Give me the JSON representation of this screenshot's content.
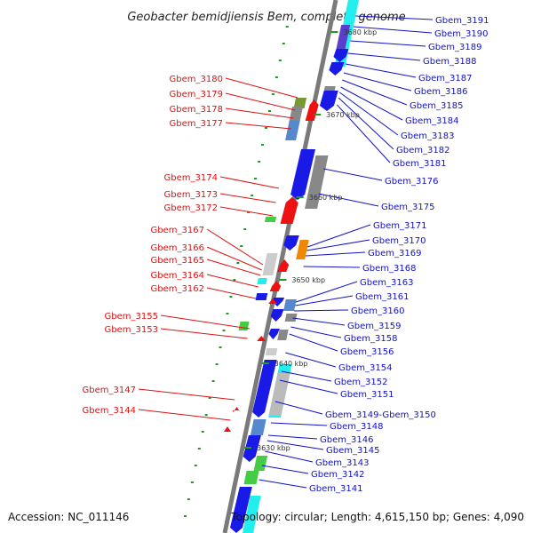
{
  "title": "Geobacter bemidjiensis Bem, complete genome",
  "footer": {
    "accession": "Accession: NC_011146",
    "topology": "Topology: circular; Length: 4,615,150 bp; Genes: 4,090"
  },
  "kbp_marks": [
    "3680 kbp",
    "3670 kbp",
    "3660 kbp",
    "3650 kbp",
    "3640 kbp",
    "3630 kbp"
  ],
  "left_labels": [
    "Gbem_3180",
    "Gbem_3179",
    "Gbem_3178",
    "Gbem_3177",
    "Gbem_3174",
    "Gbem_3173",
    "Gbem_3172",
    "Gbem_3167",
    "Gbem_3166",
    "Gbem_3165",
    "Gbem_3164",
    "Gbem_3162",
    "Gbem_3155",
    "Gbem_3153",
    "Gbem_3147",
    "Gbem_3144"
  ],
  "right_labels": [
    "Gbem_3191",
    "Gbem_3190",
    "Gbem_3189",
    "Gbem_3188",
    "Gbem_3187",
    "Gbem_3186",
    "Gbem_3185",
    "Gbem_3184",
    "Gbem_3183",
    "Gbem_3182",
    "Gbem_3181",
    "Gbem_3176",
    "Gbem_3175",
    "Gbem_3171",
    "Gbem_3170",
    "Gbem_3169",
    "Gbem_3168",
    "Gbem_3163",
    "Gbem_3161",
    "Gbem_3160",
    "Gbem_3159",
    "Gbem_3158",
    "Gbem_3156",
    "Gbem_3154",
    "Gbem_3152",
    "Gbem_3151",
    "Gbem_3149-Gbem_3150",
    "Gbem_3148",
    "Gbem_3146",
    "Gbem_3145",
    "Gbem_3143",
    "Gbem_3142",
    "Gbem_3141"
  ],
  "colors": {
    "forward_gene": "#1a1ae6",
    "reverse_gene": "#ee1111",
    "cyan": "#22eeee",
    "green": "#44cc44",
    "olive": "#779933",
    "gray": "#888888",
    "orange": "#ee8800"
  }
}
